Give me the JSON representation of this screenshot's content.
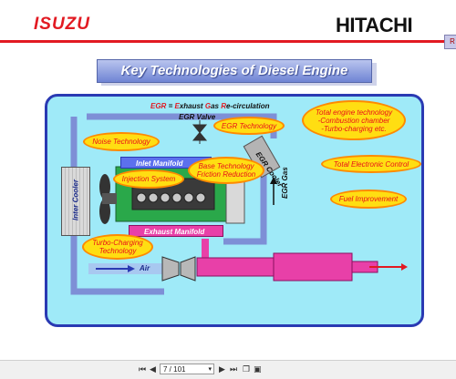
{
  "header": {
    "logo_left": "ISUZU",
    "logo_right": "HITACHI",
    "corner_button": "R"
  },
  "slide": {
    "title": "Key Technologies of Diesel Engine",
    "egr_definition": {
      "abbr": "EGR",
      "eq": " = ",
      "e": "E",
      "xhaust": "xhaust ",
      "g": "G",
      "as": "as ",
      "r": "R",
      "rest": "e-circulation"
    },
    "labels": {
      "egr_valve": "EGR Valve",
      "egr_cooler": "EGR Cooler",
      "egr_gas": "EGR Gas",
      "inlet_manifold": "Inlet Manifold",
      "exhaust_manifold": "Exhaust Manifold",
      "inter_cooler": "Inter Cooler",
      "air": "Air"
    },
    "ovals": {
      "egr_technology": "EGR Technology",
      "noise_technology": "Noise Technology",
      "injection_system": "Injection System",
      "base_technology": "Base Technology\nFriction Reduction",
      "turbo_charging": "Turbo-Charging\nTechnology",
      "total_engine": "Total engine technology\n-Combustion chamber\n-Turbo-charging    etc.",
      "total_electronic": "Total Electronic Control",
      "fuel_improvement": "Fuel Improvement"
    },
    "colors": {
      "panel_bg": "#9feaf8",
      "panel_border": "#2a3ab3",
      "oval_fill": "#ffde12",
      "oval_text": "#e8101a",
      "brand_red": "#e21a22"
    }
  },
  "viewer": {
    "page_display": "7 / 101",
    "icons": [
      "first-page-icon",
      "prev-page-icon",
      "next-page-icon",
      "last-page-icon",
      "copy-icon",
      "fit-page-icon"
    ]
  }
}
